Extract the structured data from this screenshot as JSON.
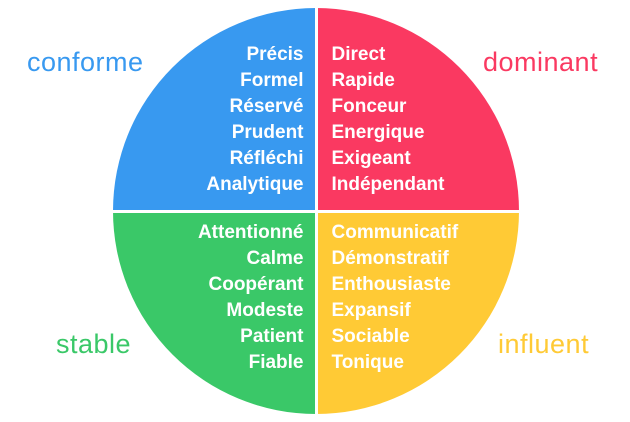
{
  "diagram": {
    "background": "#ffffff",
    "word_text_color": "#ffffff",
    "quadrants": {
      "conforme": {
        "label": "conforme",
        "color": "#3899F0",
        "words": [
          "Précis",
          "Formel",
          "Réservé",
          "Prudent",
          "Réfléchi",
          "Analytique"
        ]
      },
      "dominant": {
        "label": "dominant",
        "color": "#FA3961",
        "words": [
          "Direct",
          "Rapide",
          "Fonceur",
          "Energique",
          "Exigeant",
          "Indépendant"
        ]
      },
      "stable": {
        "label": "stable",
        "color": "#3AC868",
        "words": [
          "Attentionné",
          "Calme",
          "Coopérant",
          "Modeste",
          "Patient",
          "Fiable"
        ]
      },
      "influent": {
        "label": "influent",
        "color": "#FFCA35",
        "words": [
          "Communicatif",
          "Démonstratif",
          "Enthousiaste",
          "Expansif",
          "Sociable",
          "Tonique"
        ]
      }
    }
  }
}
